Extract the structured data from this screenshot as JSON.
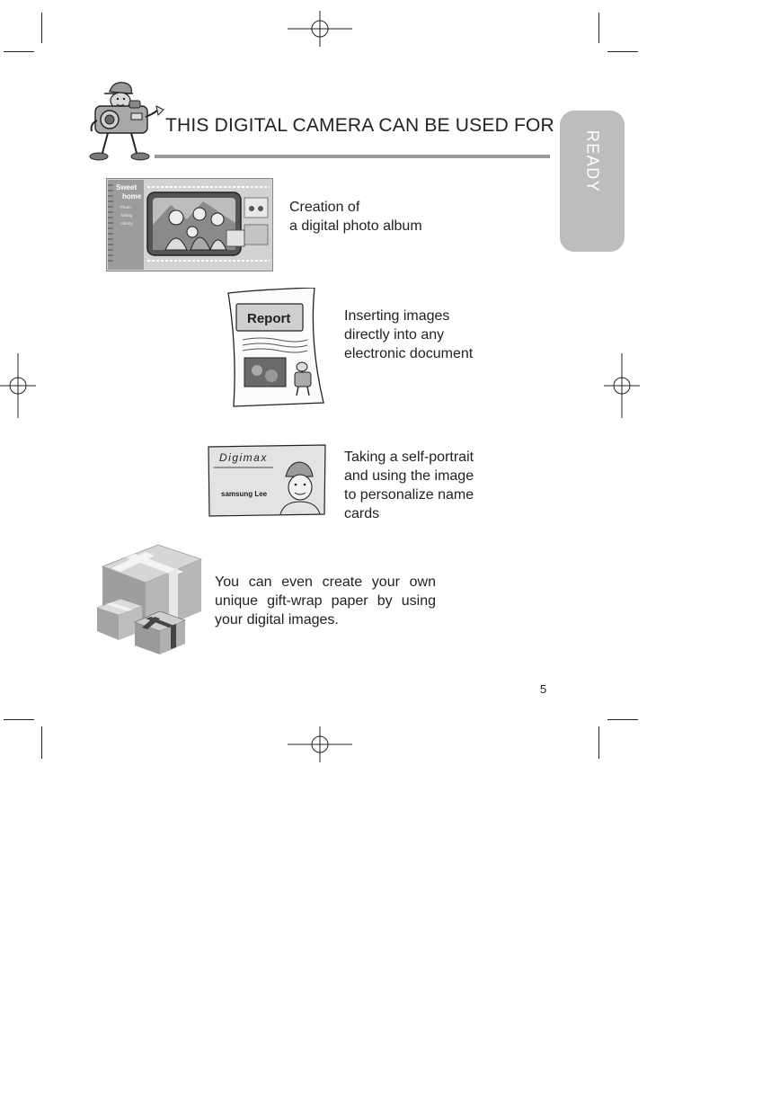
{
  "header": {
    "title": "THIS DIGITAL CAMERA CAN BE USED FOR"
  },
  "side_tab": {
    "label": "READY"
  },
  "uses": [
    {
      "lines": [
        "Creation of",
        "a digital photo album"
      ],
      "image_labels": [
        "Sweet",
        "home",
        "Photo",
        "Taking",
        "Library"
      ]
    },
    {
      "lines": [
        "Inserting images",
        "directly into any",
        "electronic document"
      ],
      "image_labels": [
        "Report"
      ]
    },
    {
      "lines": [
        "Taking a self-portrait",
        "and using the image",
        "to personalize name",
        "cards"
      ],
      "image_labels": [
        "Digimax",
        "samsung Lee"
      ]
    },
    {
      "text": "You can even create your own unique gift-wrap paper by using your digital images."
    }
  ],
  "page_number": "5"
}
